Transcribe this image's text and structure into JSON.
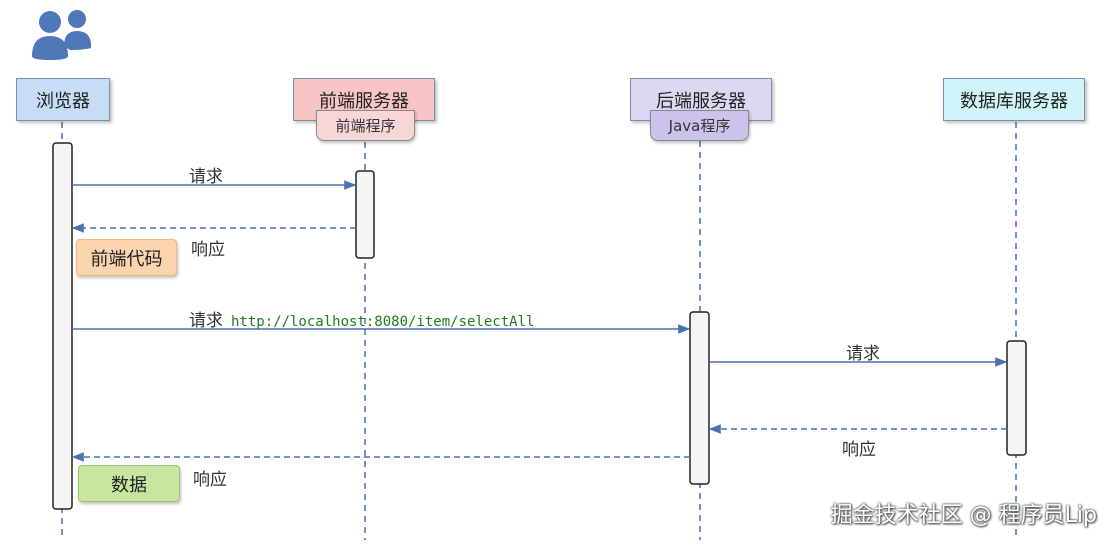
{
  "actors": [
    {
      "id": "browser",
      "label": "浏览器",
      "color": "#c7dcf7"
    },
    {
      "id": "frontend",
      "label": "前端服务器",
      "color": "#f9c4c6",
      "sub_label": "前端程序",
      "sub_color": "#f7d6d8"
    },
    {
      "id": "backend",
      "label": "后端服务器",
      "color": "#ded7f2",
      "sub_label": "Java程序",
      "sub_color": "#cdc2e9"
    },
    {
      "id": "database",
      "label": "数据库服务器",
      "color": "#cff4f9"
    }
  ],
  "messages": [
    {
      "label": "请求",
      "type": "request"
    },
    {
      "label": "响应",
      "type": "response"
    },
    {
      "label": "请求",
      "type": "request",
      "url": "http://localhost:8080/item/selectAll"
    },
    {
      "label": "请求",
      "type": "request"
    },
    {
      "label": "响应",
      "type": "response"
    },
    {
      "label": "响应",
      "type": "response"
    }
  ],
  "notes": [
    {
      "label": "前端代码",
      "color": "#fbd3ae"
    },
    {
      "label": "数据",
      "color": "#c8e6a0"
    }
  ],
  "users_icon": "users-icon",
  "watermark": "掘金技术社区 @ 程序员Lip",
  "colors": {
    "arrow": "#4a72b0",
    "lifeline": "#4a72b0",
    "users_icon": "#4f78b8"
  }
}
